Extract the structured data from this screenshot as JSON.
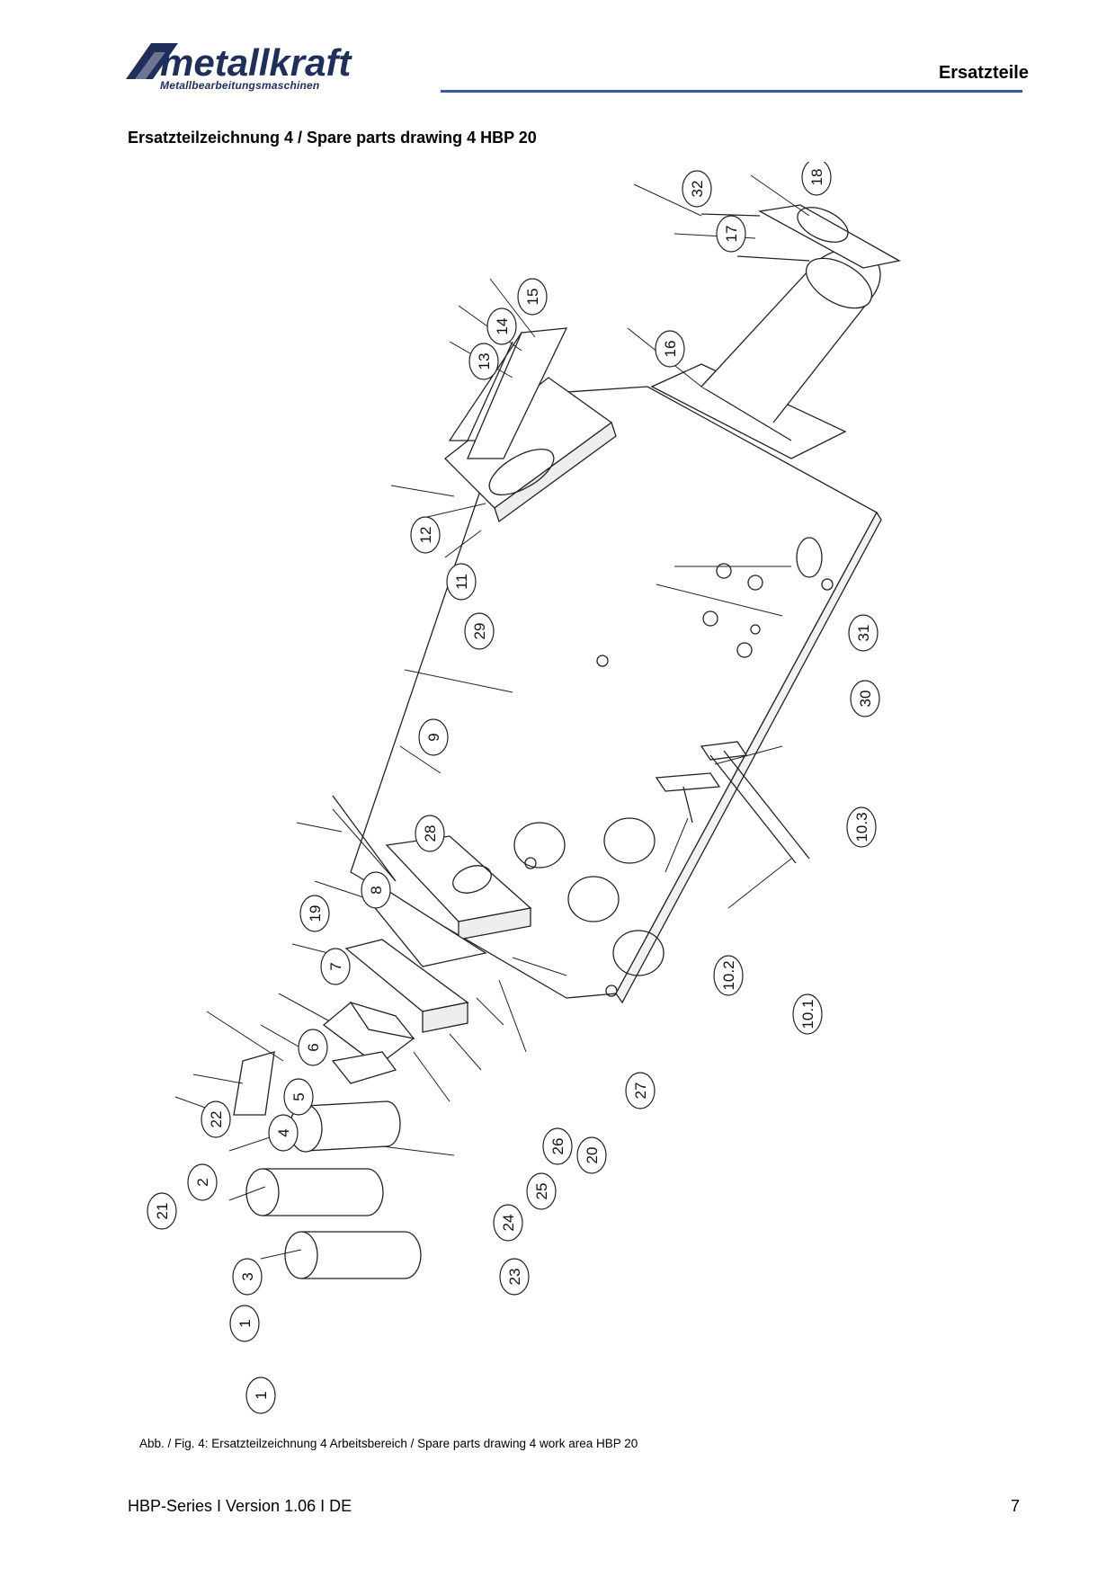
{
  "header": {
    "brand": "metallkraft",
    "brand_sub": "Metallbearbeitungsmaschinen",
    "section": "Ersatzteile"
  },
  "title": "Ersatzteilzeichnung 4 / Spare parts drawing 4 HBP 20",
  "callouts": [
    {
      "id": "32",
      "label": "32"
    },
    {
      "id": "18",
      "label": "18"
    },
    {
      "id": "17",
      "label": "17"
    },
    {
      "id": "15",
      "label": "15"
    },
    {
      "id": "14",
      "label": "14"
    },
    {
      "id": "13",
      "label": "13"
    },
    {
      "id": "16",
      "label": "16"
    },
    {
      "id": "12",
      "label": "12"
    },
    {
      "id": "11",
      "label": "11"
    },
    {
      "id": "29",
      "label": "29"
    },
    {
      "id": "31",
      "label": "31"
    },
    {
      "id": "30",
      "label": "30"
    },
    {
      "id": "9",
      "label": "9"
    },
    {
      "id": "28",
      "label": "28"
    },
    {
      "id": "10.3",
      "label": "10.3"
    },
    {
      "id": "8",
      "label": "8"
    },
    {
      "id": "19",
      "label": "19"
    },
    {
      "id": "7",
      "label": "7"
    },
    {
      "id": "10.2",
      "label": "10.2"
    },
    {
      "id": "10.1",
      "label": "10.1"
    },
    {
      "id": "6",
      "label": "6"
    },
    {
      "id": "27",
      "label": "27"
    },
    {
      "id": "5",
      "label": "5"
    },
    {
      "id": "22",
      "label": "22"
    },
    {
      "id": "4",
      "label": "4"
    },
    {
      "id": "26",
      "label": "26"
    },
    {
      "id": "20",
      "label": "20"
    },
    {
      "id": "2",
      "label": "2"
    },
    {
      "id": "21",
      "label": "21"
    },
    {
      "id": "25",
      "label": "25"
    },
    {
      "id": "24",
      "label": "24"
    },
    {
      "id": "3",
      "label": "3"
    },
    {
      "id": "23",
      "label": "23"
    },
    {
      "id": "1a",
      "label": "1"
    },
    {
      "id": "1b",
      "label": "1"
    }
  ],
  "caption": "Abb. / Fig. 4: Ersatzteilzeichnung 4 Arbeitsbereich / Spare parts drawing 4 work area HBP 20",
  "footer": {
    "doc": "HBP-Series I Version 1.06 I DE",
    "page": "7"
  }
}
